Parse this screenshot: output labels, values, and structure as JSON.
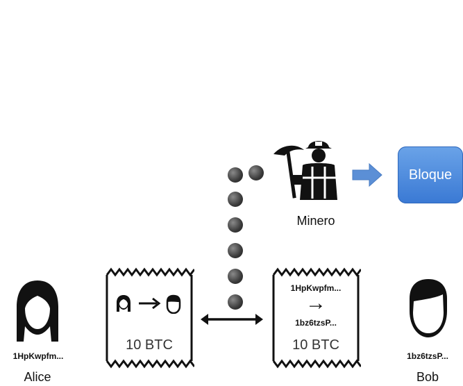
{
  "alice": {
    "address": "1HpKwpfm...",
    "name": "Alice"
  },
  "bob": {
    "address": "1bz6tzsP...",
    "name": "Bob"
  },
  "tx_left": {
    "amount": "10 BTC"
  },
  "tx_right": {
    "from": "1HpKwpfm...",
    "arrow": "→",
    "to": "1bz6tzsP...",
    "amount": "10 BTC"
  },
  "miner": {
    "label": "Minero"
  },
  "block": {
    "label": "Bloque"
  },
  "colors": {
    "block_top": "#6aa3e8",
    "block_bottom": "#3a79d4",
    "arrow_blue": "#5b8fd6",
    "ink": "#111111"
  },
  "icons": [
    "woman-icon",
    "man-icon",
    "miner-icon",
    "arrow-right-icon",
    "double-arrow-icon",
    "receipt-icon"
  ]
}
